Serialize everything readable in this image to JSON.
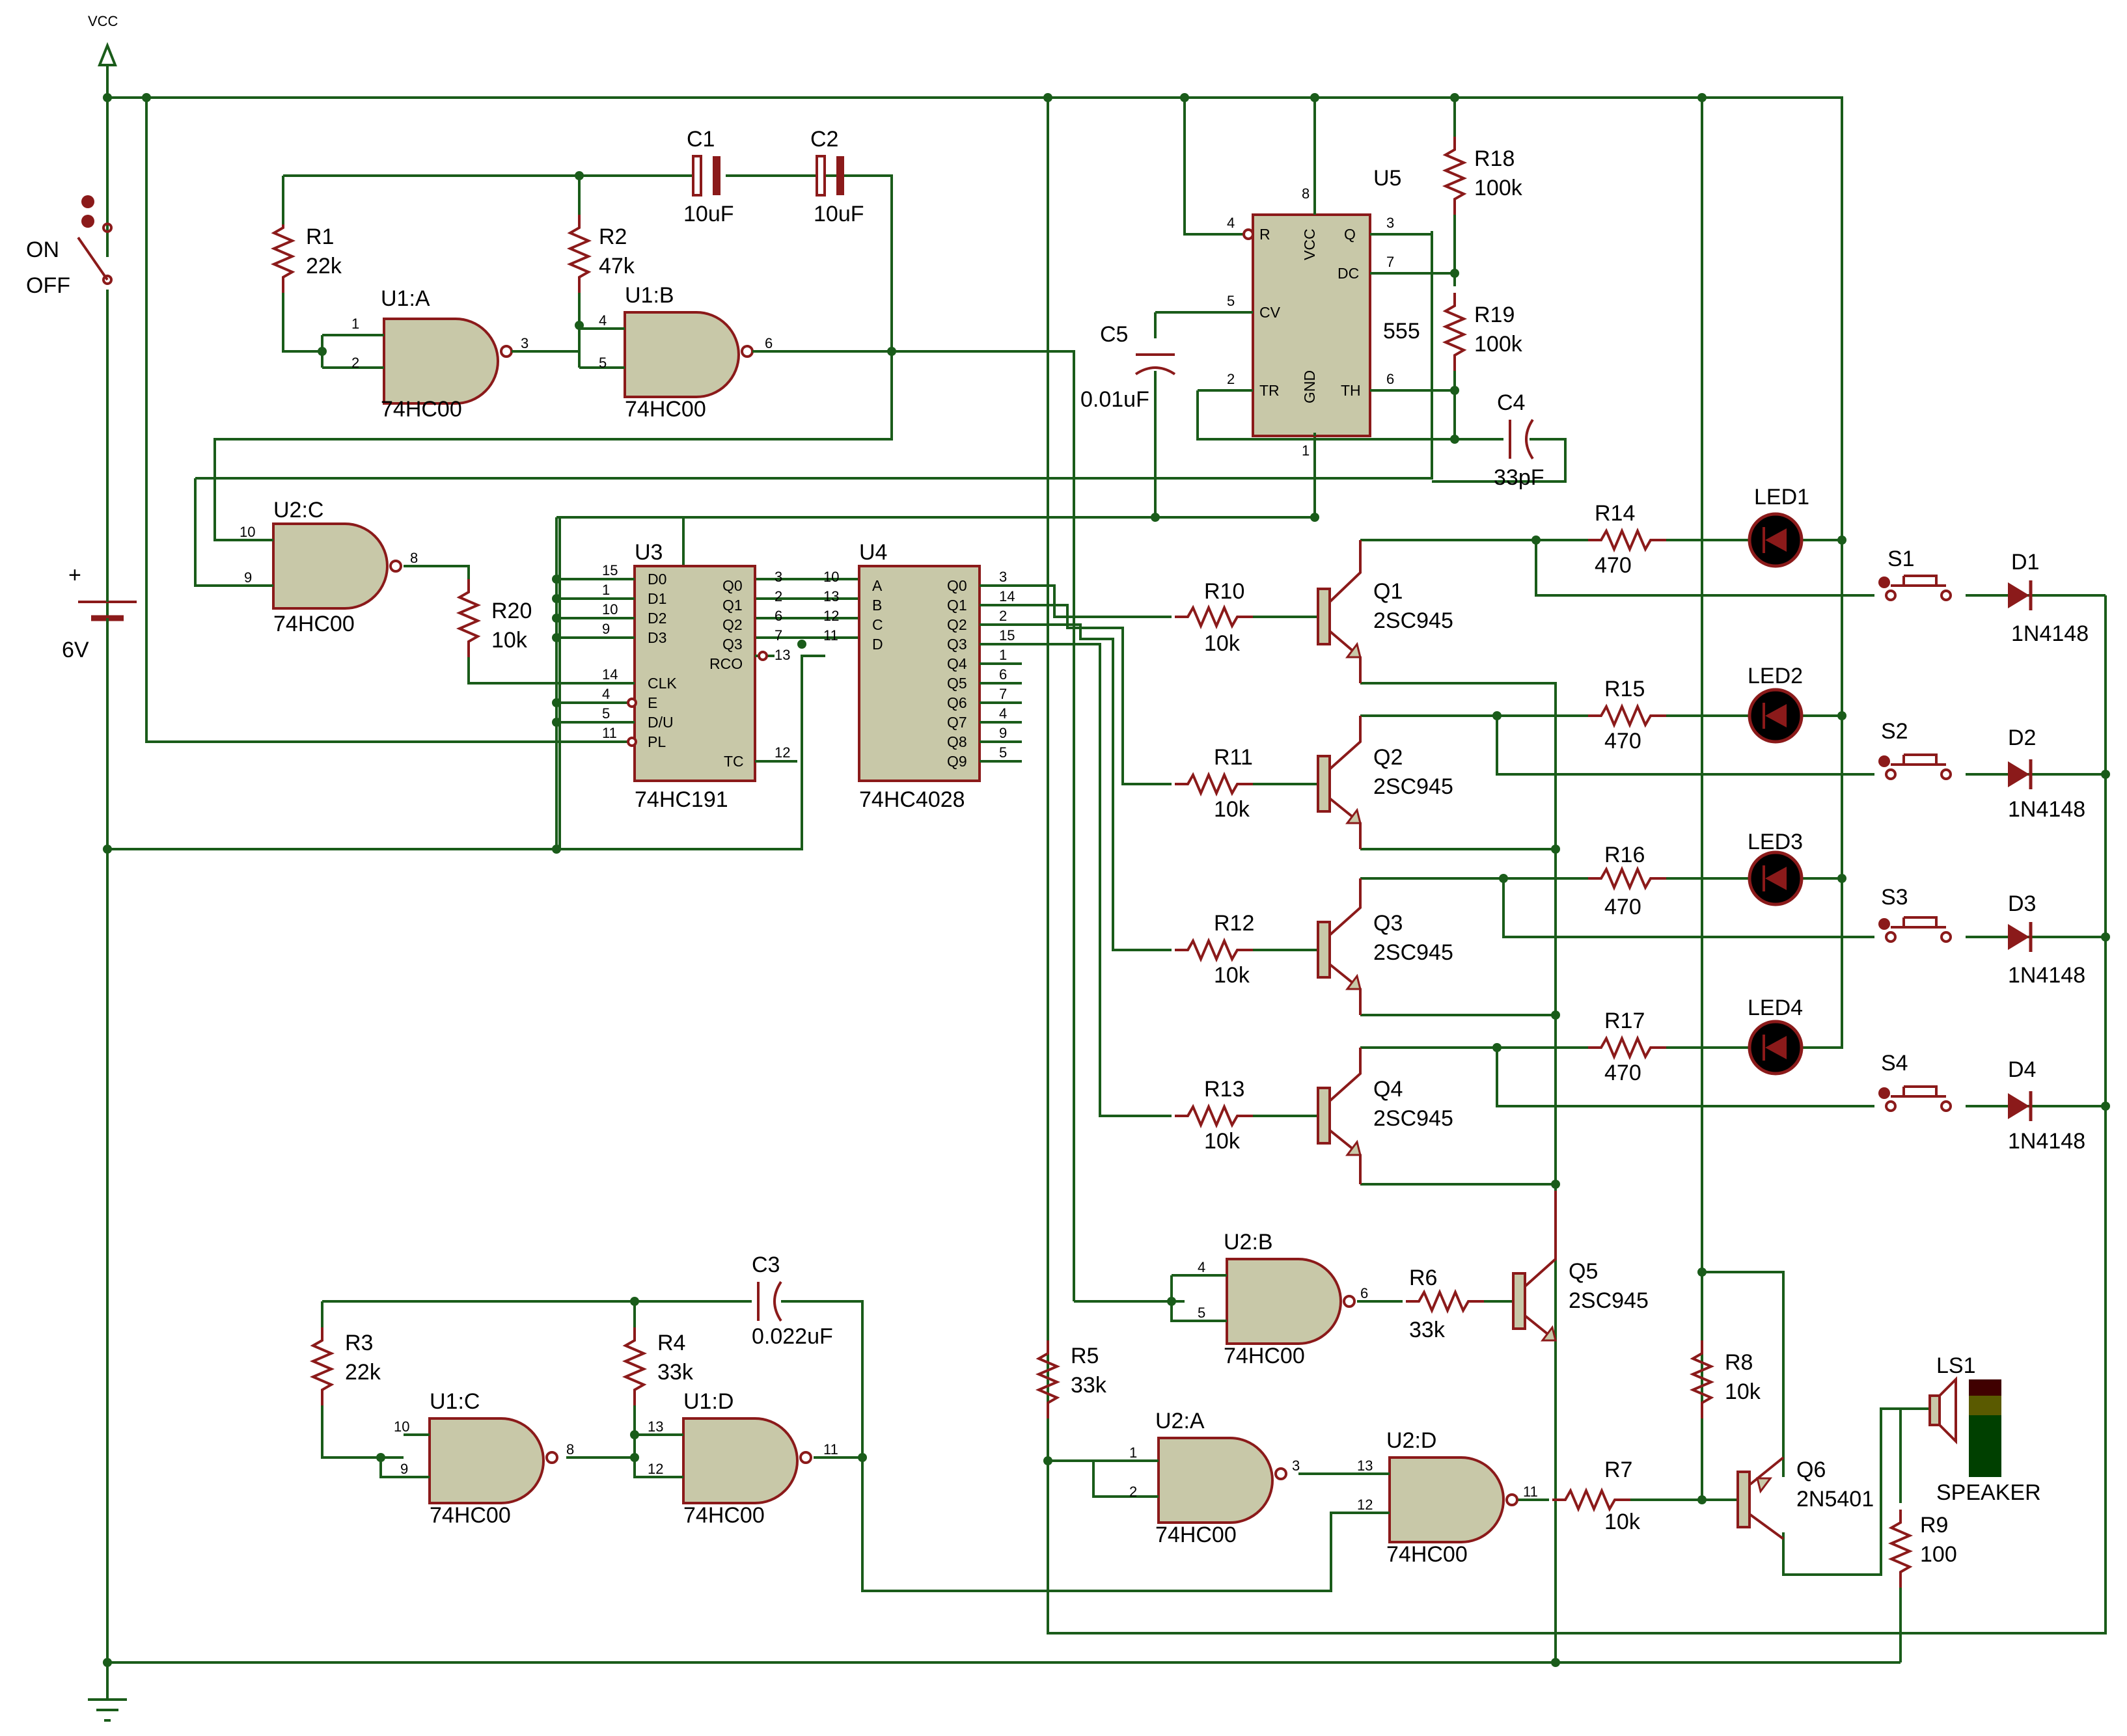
{
  "power": {
    "vcc": "VCC",
    "switch_on": "ON",
    "switch_off": "OFF",
    "battery_sign": "+",
    "battery_voltage": "6V"
  },
  "gates": [
    {
      "ref": "U1:A",
      "type": "74HC00",
      "pins": [
        "1",
        "2",
        "3"
      ]
    },
    {
      "ref": "U1:B",
      "type": "74HC00",
      "pins": [
        "4",
        "5",
        "6"
      ]
    },
    {
      "ref": "U2:C",
      "type": "74HC00",
      "pins": [
        "10",
        "9",
        "8"
      ]
    },
    {
      "ref": "U1:C",
      "type": "74HC00",
      "pins": [
        "10",
        "9",
        "8"
      ]
    },
    {
      "ref": "U1:D",
      "type": "74HC00",
      "pins": [
        "13",
        "12",
        "11"
      ]
    },
    {
      "ref": "U2:B",
      "type": "74HC00",
      "pins": [
        "4",
        "5",
        "6"
      ]
    },
    {
      "ref": "U2:A",
      "type": "74HC00",
      "pins": [
        "1",
        "2",
        "3"
      ]
    },
    {
      "ref": "U2:D",
      "type": "74HC00",
      "pins": [
        "13",
        "12",
        "11"
      ]
    }
  ],
  "resistors": [
    {
      "ref": "R1",
      "value": "22k"
    },
    {
      "ref": "R2",
      "value": "47k"
    },
    {
      "ref": "R3",
      "value": "22k"
    },
    {
      "ref": "R4",
      "value": "33k"
    },
    {
      "ref": "R5",
      "value": "33k"
    },
    {
      "ref": "R6",
      "value": "33k"
    },
    {
      "ref": "R7",
      "value": "10k"
    },
    {
      "ref": "R8",
      "value": "10k"
    },
    {
      "ref": "R9",
      "value": "100"
    },
    {
      "ref": "R10",
      "value": "10k"
    },
    {
      "ref": "R11",
      "value": "10k"
    },
    {
      "ref": "R12",
      "value": "10k"
    },
    {
      "ref": "R13",
      "value": "10k"
    },
    {
      "ref": "R14",
      "value": "470"
    },
    {
      "ref": "R15",
      "value": "470"
    },
    {
      "ref": "R16",
      "value": "470"
    },
    {
      "ref": "R17",
      "value": "470"
    },
    {
      "ref": "R18",
      "value": "100k"
    },
    {
      "ref": "R19",
      "value": "100k"
    },
    {
      "ref": "R20",
      "value": "10k"
    }
  ],
  "capacitors": [
    {
      "ref": "C1",
      "value": "10uF"
    },
    {
      "ref": "C2",
      "value": "10uF"
    },
    {
      "ref": "C3",
      "value": "0.022uF"
    },
    {
      "ref": "C4",
      "value": "33pF"
    },
    {
      "ref": "C5",
      "value": "0.01uF"
    }
  ],
  "transistors": [
    {
      "ref": "Q1",
      "type": "2SC945"
    },
    {
      "ref": "Q2",
      "type": "2SC945"
    },
    {
      "ref": "Q3",
      "type": "2SC945"
    },
    {
      "ref": "Q4",
      "type": "2SC945"
    },
    {
      "ref": "Q5",
      "type": "2SC945"
    },
    {
      "ref": "Q6",
      "type": "2N5401"
    }
  ],
  "leds": [
    "LED1",
    "LED2",
    "LED3",
    "LED4"
  ],
  "switches": [
    "S1",
    "S2",
    "S3",
    "S4"
  ],
  "diodes": [
    {
      "ref": "D1",
      "type": "1N4148"
    },
    {
      "ref": "D2",
      "type": "1N4148"
    },
    {
      "ref": "D3",
      "type": "1N4148"
    },
    {
      "ref": "D4",
      "type": "1N4148"
    }
  ],
  "u5": {
    "ref": "U5",
    "type": "555",
    "pins_left": [
      "R",
      "CV",
      "TR"
    ],
    "pins_right": [
      "Q",
      "DC",
      "TH"
    ],
    "pin_vcc": "VCC",
    "pin_gnd": "GND",
    "pin_numbers": {
      "R": "4",
      "CV": "5",
      "TR": "2",
      "Q": "3",
      "DC": "7",
      "TH": "6",
      "VCC": "8",
      "GND": "1"
    }
  },
  "u3": {
    "ref": "U3",
    "type": "74HC191",
    "left": [
      [
        "15",
        "D0"
      ],
      [
        "1",
        "D1"
      ],
      [
        "10",
        "D2"
      ],
      [
        "9",
        "D3"
      ],
      [
        "14",
        "CLK"
      ],
      [
        "4",
        "E"
      ],
      [
        "5",
        "D/U"
      ],
      [
        "11",
        "PL"
      ]
    ],
    "right": [
      [
        "3",
        "Q0"
      ],
      [
        "2",
        "Q1"
      ],
      [
        "6",
        "Q2"
      ],
      [
        "7",
        "Q3"
      ],
      [
        "13",
        "RCO"
      ],
      [
        "12",
        "TC"
      ]
    ]
  },
  "u4": {
    "ref": "U4",
    "type": "74HC4028",
    "left": [
      [
        "10",
        "A"
      ],
      [
        "13",
        "B"
      ],
      [
        "12",
        "C"
      ],
      [
        "11",
        "D"
      ]
    ],
    "right": [
      [
        "3",
        "Q0"
      ],
      [
        "14",
        "Q1"
      ],
      [
        "2",
        "Q2"
      ],
      [
        "15",
        "Q3"
      ],
      [
        "1",
        "Q4"
      ],
      [
        "6",
        "Q5"
      ],
      [
        "7",
        "Q6"
      ],
      [
        "4",
        "Q7"
      ],
      [
        "9",
        "Q8"
      ],
      [
        "5",
        "Q9"
      ]
    ]
  },
  "speaker": {
    "ref": "LS1",
    "label": "SPEAKER"
  },
  "colors": {
    "wire": "#1a5c1a",
    "part": "#8b1a1a",
    "body": "#c8c8a8"
  }
}
